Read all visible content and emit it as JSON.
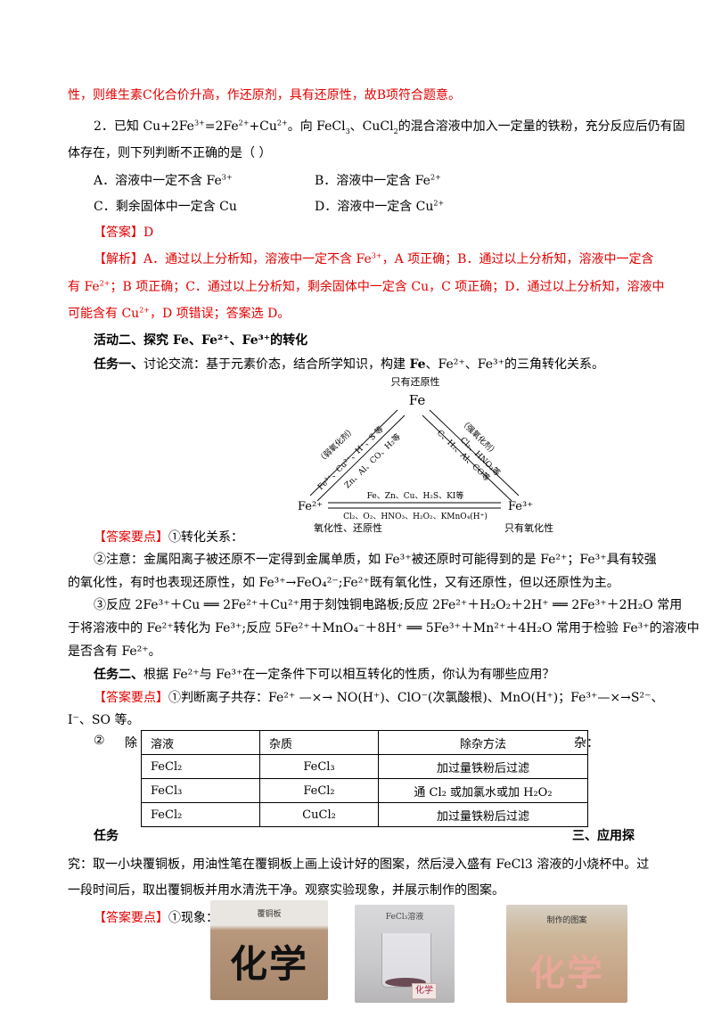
{
  "top": {
    "line1": "性，则维生素C化合价升高，作还原剂，具有还原性，故B项符合题意。"
  },
  "q2": {
    "stem_a": "2．已知  Cu+2Fe",
    "stem_b": "=2Fe",
    "stem_c": "+Cu",
    "stem_d": "。向 FeCl",
    "stem_e": "、CuCl",
    "stem_f": "的混合溶液中加入一定量的铁粉，充分反应后仍有固",
    "stem_line2": "体存在，则下列判断不正确的是（      ）",
    "optA": "A．溶液中一定不含 Fe",
    "optB": "B．溶液中一定含 Fe",
    "optC": "C．剩余固体中一定含 Cu",
    "optD": "D．溶液中一定含 Cu",
    "sup3": "3+",
    "sup2": "2+",
    "sub3": "3",
    "sub2": "2",
    "answer": "【答案】D",
    "exp1_a": "【解析】A．通过以上分析知，溶液中一定不含 Fe",
    "exp1_b": "，A 项正确；B．通过以上分析知，溶液中一定含",
    "exp2_a": "有 Fe",
    "exp2_b": "；B 项正确；C．通过以上分析知，剩余固体中一定含 Cu，C 项正确；D．通过以上分析知，溶液中",
    "exp3_a": "可能含有 Cu",
    "exp3_b": "，D 项错误；答案选 D。"
  },
  "activity2": {
    "title": "活动二、探究 Fe、Fe²⁺、Fe³⁺的转化",
    "task1_a": "任务一、",
    "task1_b": "讨论交流：基于元素价态，结合所学知识，构建 ",
    "task1_c": "Fe",
    "task1_d": "、Fe²⁺、Fe³⁺的三角转化关系。"
  },
  "diagram": {
    "top_label": "只有还原性",
    "fe": "Fe",
    "fe2": "Fe²⁺",
    "fe3": "Fe³⁺",
    "left_outer": "（弱氧化剂）",
    "left_mid": "Fe³⁺、Cu²⁺、H⁺、S 等",
    "left_inner": "Zn、Al、CO、H₂等",
    "right_outer": "（强氧化剂）",
    "right_mid": "Cl₂、HNO₃等",
    "right_inner": "C、H₂、Al、CO等",
    "bottom_top": "Fe、Zn、Cu、H₂S、KI等",
    "bottom_bottom": "Cl₂、O₂、HNO₃、H₂O₂、KMnO₄(H⁺)",
    "fe2_label": "氧化性、还原性",
    "fe3_label": "只有氧化性"
  },
  "points1": {
    "label": "【答案要点】",
    "p1": "①转化关系：",
    "p2_line1": "②注意：金属阳离子被还原不一定得到金属单质，如 Fe³⁺被还原时可能得到的是 Fe²⁺；Fe³⁺具有较强",
    "p2_line2": "的氧化性，有时也表现还原性，如 Fe³⁺→FeO₄²⁻;Fe²⁺既有氧化性，又有还原性，但以还原性为主。",
    "p3_line1": "③反应 2Fe³⁺＋Cu ══ 2Fe²⁺＋Cu²⁺用于刻蚀铜电路板;反应 2Fe²⁺＋H₂O₂＋2H⁺ ══ 2Fe³⁺＋2H₂O 常用",
    "p3_line2": "于将溶液中的 Fe²⁺转化为 Fe³⁺;反应 5Fe²⁺＋MnO₄⁻＋8H⁺ ══ 5Fe³⁺＋Mn²⁺＋4H₂O 常用于检验 Fe³⁺的溶液中",
    "p3_line3": "是否含有 Fe²⁺。"
  },
  "task2": {
    "title_a": "任务二、",
    "title_b": "根据 Fe²⁺与 Fe³⁺在一定条件下可以相互转化的性质，你认为有哪些应用？",
    "label": "【答案要点】",
    "p1_line1": "①判断离子共存：Fe²⁺ —×→ NO(H⁺)、ClO⁻(次氯酸根)、MnO(H⁺)；Fe³⁺—×→S²⁻、",
    "p1_line2": "I⁻、SO 等。",
    "p2_a": "②",
    "p2_b": "除",
    "p2_c": "杂：",
    "table_headers": [
      "溶液",
      "杂质",
      "除杂方法"
    ],
    "table_rows": [
      [
        "FeCl₂",
        "FeCl₃",
        "加过量铁粉后过滤"
      ],
      [
        "FeCl₃",
        "FeCl₂",
        "通 Cl₂ 或加氯水或加 H₂O₂"
      ],
      [
        "FeCl₂",
        "CuCl₂",
        "加过量铁粉后过滤"
      ]
    ]
  },
  "task3": {
    "left": "任务",
    "right": "三、应用探",
    "line2": "究：取一小块覆铜板，用油性笔在覆铜板上画上设计好的图案，然后浸入盛有 FeCl3 溶液的小烧杯中。过",
    "line3": "一段时间后，取出覆铜板并用水清洗干净。观察实验现象，并展示制作的图案。",
    "label": "【答案要点】",
    "p1": "①现象："
  },
  "photos": {
    "photo1_caption": "覆铜板",
    "photo1_text": "化学",
    "photo2_caption": "FeCl₃溶液",
    "photo2_tag": "化学",
    "photo3_caption": "制作的图案",
    "photo3_text": "化学"
  }
}
